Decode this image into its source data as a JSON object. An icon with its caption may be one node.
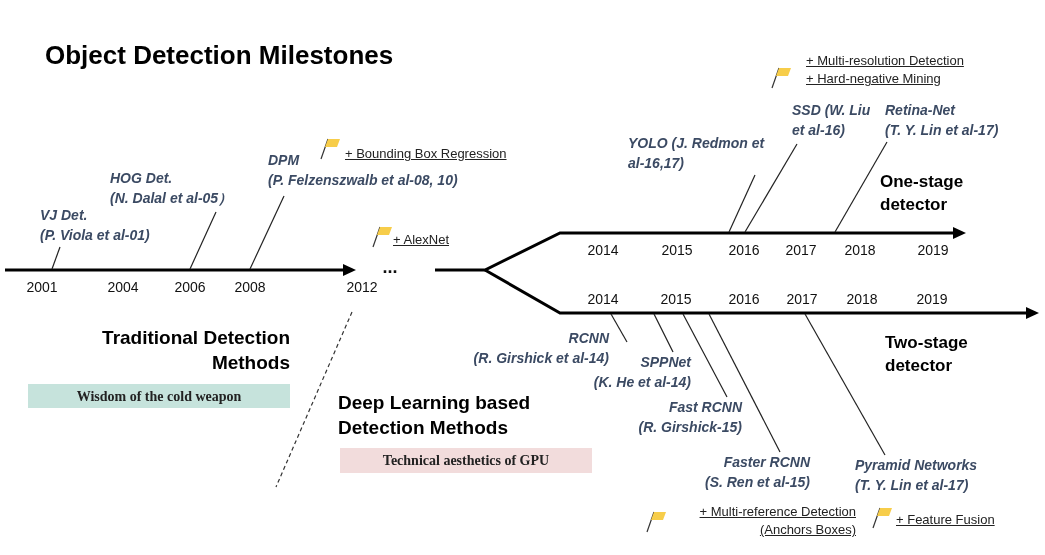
{
  "diagram": {
    "title": "Object Detection Milestones",
    "nodes": [
      {
        "text": [
          "VJ Det.",
          "(P. Viola et al-01)"
        ]
      },
      {
        "text": [
          "HOG Det.",
          "(N. Dalal et al-05）"
        ]
      },
      {
        "text": [
          "DPM",
          "(P. Felzenszwalb et al-08, 10)"
        ]
      },
      {
        "text": [
          "YOLO (J. Redmon et al-16,17)"
        ]
      },
      {
        "text": [
          "SSD (W. Liu et al-16)"
        ]
      },
      {
        "text": [
          "Retina-Net",
          "(T. Y. Lin et al-17)"
        ]
      },
      {
        "text": [
          "RCNN",
          "(R. Girshick et al-14)"
        ]
      },
      {
        "text": [
          "SPPNet",
          "(K. He et al-14)"
        ]
      },
      {
        "text": [
          "Fast RCNN",
          "(R. Girshick-15)"
        ]
      },
      {
        "text": [
          "Faster RCNN",
          "(S. Ren et al-15)"
        ]
      },
      {
        "text": [
          "Pyramid Networks",
          "(T. Y. Lin et al-17)"
        ]
      },
      {
        "text": [
          "Wisdom of the cold weapon"
        ]
      },
      {
        "text": [
          "Technical aesthetics of GPU"
        ]
      }
    ],
    "edges": [
      {
        "from": 0,
        "to": null,
        "arrow": "none"
      },
      {
        "from": 1,
        "to": null,
        "arrow": "none"
      },
      {
        "from": 2,
        "to": null,
        "arrow": "none"
      },
      {
        "from": 3,
        "to": null,
        "arrow": "none"
      },
      {
        "from": 4,
        "to": null,
        "arrow": "none"
      },
      {
        "from": 5,
        "to": null,
        "arrow": "none"
      },
      {
        "from": 6,
        "to": null,
        "arrow": "none"
      },
      {
        "from": 7,
        "to": null,
        "arrow": "none"
      },
      {
        "from": 8,
        "to": null,
        "arrow": "none"
      },
      {
        "from": 9,
        "to": null,
        "arrow": "none"
      },
      {
        "from": 10,
        "to": null,
        "arrow": "none"
      }
    ],
    "labels": [
      "+ Multi-resolution Detection",
      "+ Hard-negative Mining",
      "+ Bounding Box Regression",
      "One-stage detector",
      "+ AlexNet",
      "2014",
      "2015",
      "2016",
      "2017",
      "2018",
      "2019",
      "2001",
      "2004",
      "2006",
      "2008",
      "2012",
      "...",
      "2014",
      "2015",
      "2016",
      "2017",
      "2018",
      "2019",
      "Traditional Detection Methods",
      "Two-stage detector",
      "Deep Learning based Detection Methods",
      "+ Multi-reference Detection",
      "(Anchors Boxes)",
      "+ Feature Fusion"
    ]
  }
}
